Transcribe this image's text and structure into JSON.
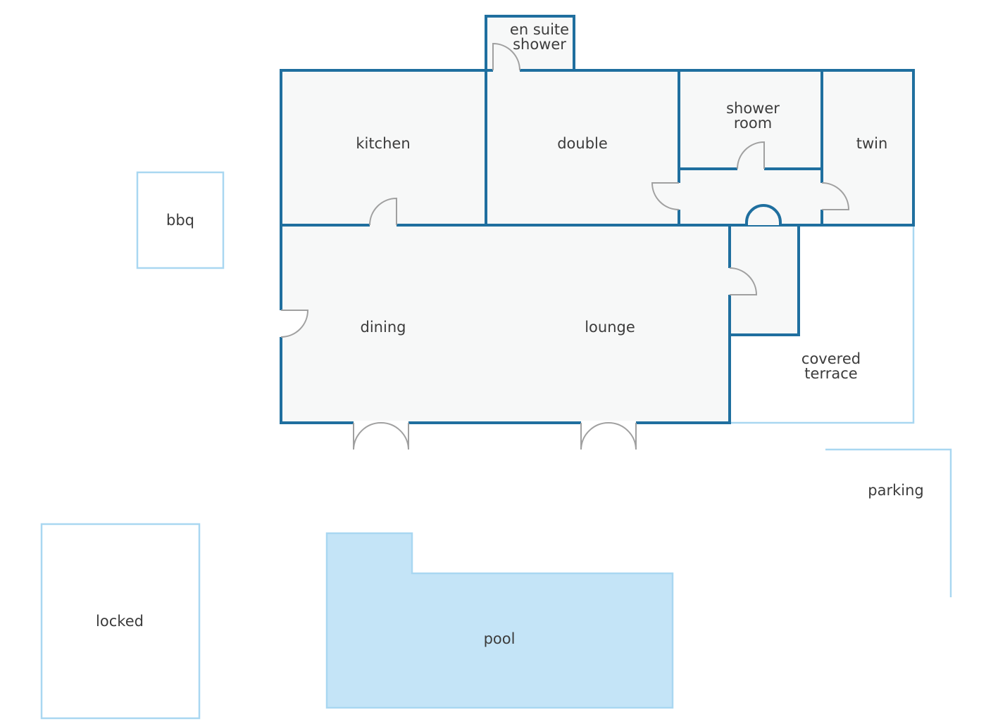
{
  "colors": {
    "wall": "#1f6f9f",
    "outline_light": "#a9d7f1",
    "room_fill": "#f7f8f8",
    "pool_fill": "#c4e4f7",
    "text": "#3c3c3c",
    "door": "#a0a0a0"
  },
  "rooms": {
    "en_suite_line1": "en suite",
    "en_suite_line2": "shower",
    "kitchen": "kitchen",
    "double": "double",
    "shower_room_line1": "shower",
    "shower_room_line2": "room",
    "twin": "twin",
    "dining": "dining",
    "lounge": "lounge",
    "covered_terrace_line1": "covered",
    "covered_terrace_line2": "terrace"
  },
  "outdoor": {
    "bbq": "bbq",
    "parking": "parking",
    "locked": "locked",
    "pool": "pool"
  }
}
